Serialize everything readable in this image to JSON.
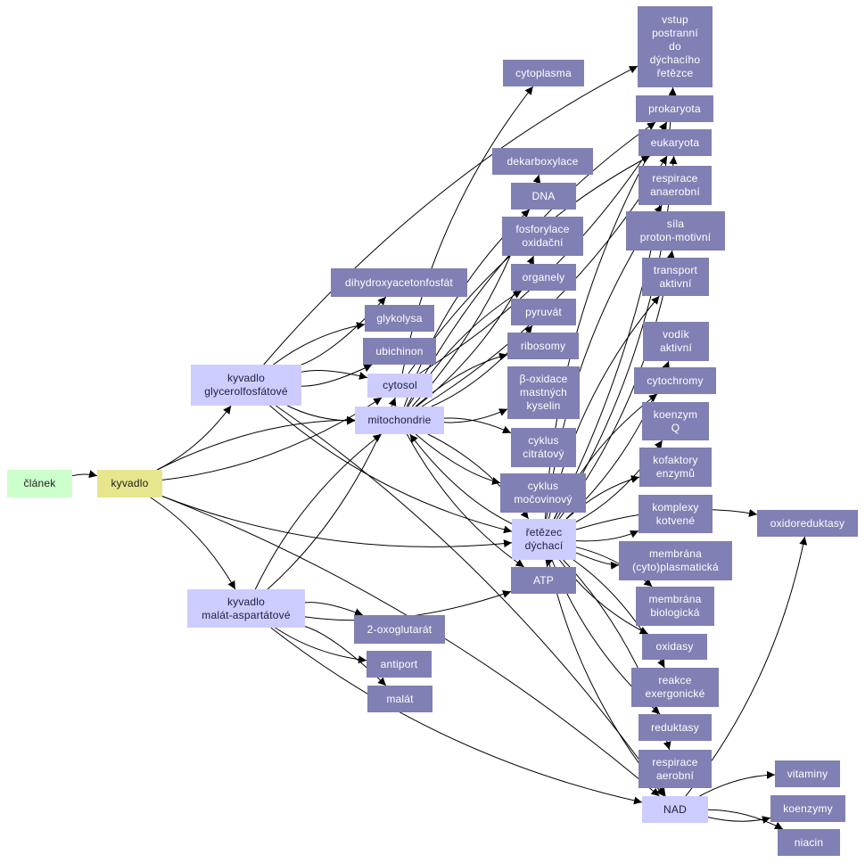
{
  "nodes": {
    "clunek": {
      "label": "článek",
      "style": "green"
    },
    "kyvadlo": {
      "label": "kyvadlo",
      "style": "yellow"
    },
    "kyv_glyc": {
      "label": "kyvadlo\nglycerolfosfátové",
      "style": "light"
    },
    "kyv_mal": {
      "label": "kyvadlo\nmalát-aspartátové",
      "style": "light"
    },
    "cytosol": {
      "label": "cytosol",
      "style": "light"
    },
    "mitochondrie": {
      "label": "mitochondrie",
      "style": "light"
    },
    "retezec": {
      "label": "řetězec\ndýchací",
      "style": "light"
    },
    "nad": {
      "label": "NAD",
      "style": "light"
    },
    "dihydroxy": {
      "label": "dihydroxyacetonfosfát",
      "style": "dark"
    },
    "glykolysa": {
      "label": "glykolysa",
      "style": "dark"
    },
    "ubichinon": {
      "label": "ubichinon",
      "style": "dark"
    },
    "atp": {
      "label": "ATP",
      "style": "dark"
    },
    "oxoglut": {
      "label": "2-oxoglutarát",
      "style": "dark"
    },
    "antiport": {
      "label": "antiport",
      "style": "dark"
    },
    "malat": {
      "label": "malát",
      "style": "dark"
    },
    "cytoplasma": {
      "label": "cytoplasma",
      "style": "dark"
    },
    "dekarbox": {
      "label": "dekarboxylace",
      "style": "dark"
    },
    "dna": {
      "label": "DNA",
      "style": "dark"
    },
    "fosforylace": {
      "label": "fosforylace\noxidační",
      "style": "dark"
    },
    "organely": {
      "label": "organely",
      "style": "dark"
    },
    "pyruvat": {
      "label": "pyruvát",
      "style": "dark"
    },
    "ribosomy": {
      "label": "ribosomy",
      "style": "dark"
    },
    "boxidace": {
      "label": "β-oxidace\nmastných\nkyselin",
      "style": "dark"
    },
    "citrat": {
      "label": "cyklus\ncitrátový",
      "style": "dark"
    },
    "mocovinovy": {
      "label": "cyklus\nmočovinový",
      "style": "dark"
    },
    "vstup": {
      "label": "vstup\npostranní\ndo\ndýchacího\nřetězce",
      "style": "dark"
    },
    "prokaryota": {
      "label": "prokaryota",
      "style": "dark"
    },
    "eukaryota": {
      "label": "eukaryota",
      "style": "dark"
    },
    "resp_anaer": {
      "label": "respirace\nanaerobní",
      "style": "dark"
    },
    "sila": {
      "label": "síla\nproton-motivní",
      "style": "dark"
    },
    "transport": {
      "label": "transport\naktivní",
      "style": "dark"
    },
    "vodik": {
      "label": "vodík\naktivní",
      "style": "dark"
    },
    "cytochromy": {
      "label": "cytochromy",
      "style": "dark"
    },
    "koenzym_q": {
      "label": "koenzym\nQ",
      "style": "dark"
    },
    "kofaktory": {
      "label": "kofaktory\nenzymů",
      "style": "dark"
    },
    "komplexy": {
      "label": "komplexy\nkotvené",
      "style": "dark"
    },
    "membrana_cyto": {
      "label": "membrána\n(cyto)plasmatická",
      "style": "dark"
    },
    "membrana_bio": {
      "label": "membrána\nbiologická",
      "style": "dark"
    },
    "oxidasy": {
      "label": "oxidasy",
      "style": "dark"
    },
    "reakce": {
      "label": "reakce\nexergonické",
      "style": "dark"
    },
    "reduktasy": {
      "label": "reduktasy",
      "style": "dark"
    },
    "resp_aer": {
      "label": "respirace\naerobní",
      "style": "dark"
    },
    "oxidored": {
      "label": "oxidoreduktasy",
      "style": "dark"
    },
    "vitaminy": {
      "label": "vitaminy",
      "style": "dark"
    },
    "koenzymy": {
      "label": "koenzymy",
      "style": "dark"
    },
    "niacin": {
      "label": "niacin",
      "style": "dark"
    }
  },
  "edges": [
    [
      "clunek",
      "kyvadlo"
    ],
    [
      "kyvadlo",
      "kyv_glyc"
    ],
    [
      "kyvadlo",
      "kyv_mal"
    ],
    [
      "kyvadlo",
      "cytosol"
    ],
    [
      "kyvadlo",
      "mitochondrie"
    ],
    [
      "kyvadlo",
      "retezec"
    ],
    [
      "kyvadlo",
      "nad"
    ],
    [
      "kyv_glyc",
      "dihydroxy"
    ],
    [
      "kyv_glyc",
      "glykolysa"
    ],
    [
      "kyv_glyc",
      "ubichinon"
    ],
    [
      "kyv_glyc",
      "cytosol"
    ],
    [
      "kyv_glyc",
      "mitochondrie"
    ],
    [
      "kyv_glyc",
      "vstup"
    ],
    [
      "kyv_glyc",
      "retezec"
    ],
    [
      "kyv_glyc",
      "nad"
    ],
    [
      "kyv_mal",
      "cytosol"
    ],
    [
      "kyv_mal",
      "mitochondrie"
    ],
    [
      "kyv_mal",
      "atp"
    ],
    [
      "kyv_mal",
      "oxoglut"
    ],
    [
      "kyv_mal",
      "antiport"
    ],
    [
      "kyv_mal",
      "malat"
    ],
    [
      "kyv_mal",
      "nad"
    ],
    [
      "cytosol",
      "cytoplasma"
    ],
    [
      "cytosol",
      "prokaryota"
    ],
    [
      "cytosol",
      "eukaryota"
    ],
    [
      "mitochondrie",
      "dekarbox"
    ],
    [
      "mitochondrie",
      "dna"
    ],
    [
      "mitochondrie",
      "fosforylace"
    ],
    [
      "mitochondrie",
      "organely"
    ],
    [
      "mitochondrie",
      "pyruvat"
    ],
    [
      "mitochondrie",
      "ribosomy"
    ],
    [
      "mitochondrie",
      "boxidace"
    ],
    [
      "mitochondrie",
      "citrat"
    ],
    [
      "mitochondrie",
      "mocovinovy"
    ],
    [
      "mitochondrie",
      "retezec"
    ],
    [
      "mitochondrie",
      "atp"
    ],
    [
      "mitochondrie",
      "prokaryota"
    ],
    [
      "mitochondrie",
      "eukaryota"
    ],
    [
      "retezec",
      "mitochondrie"
    ],
    [
      "retezec",
      "vstup"
    ],
    [
      "retezec",
      "prokaryota"
    ],
    [
      "retezec",
      "eukaryota"
    ],
    [
      "retezec",
      "resp_anaer"
    ],
    [
      "retezec",
      "sila"
    ],
    [
      "retezec",
      "transport"
    ],
    [
      "retezec",
      "vodik"
    ],
    [
      "retezec",
      "cytochromy"
    ],
    [
      "retezec",
      "koenzym_q"
    ],
    [
      "retezec",
      "kofaktory"
    ],
    [
      "retezec",
      "komplexy"
    ],
    [
      "retezec",
      "oxidored"
    ],
    [
      "retezec",
      "membrana_cyto"
    ],
    [
      "retezec",
      "membrana_bio"
    ],
    [
      "retezec",
      "oxidasy"
    ],
    [
      "retezec",
      "reakce"
    ],
    [
      "retezec",
      "reduktasy"
    ],
    [
      "retezec",
      "resp_aer"
    ],
    [
      "retezec",
      "nad"
    ],
    [
      "retezec",
      "atp"
    ],
    [
      "nad",
      "oxidored"
    ],
    [
      "nad",
      "vitaminy"
    ],
    [
      "nad",
      "koenzymy"
    ],
    [
      "nad",
      "niacin"
    ]
  ]
}
